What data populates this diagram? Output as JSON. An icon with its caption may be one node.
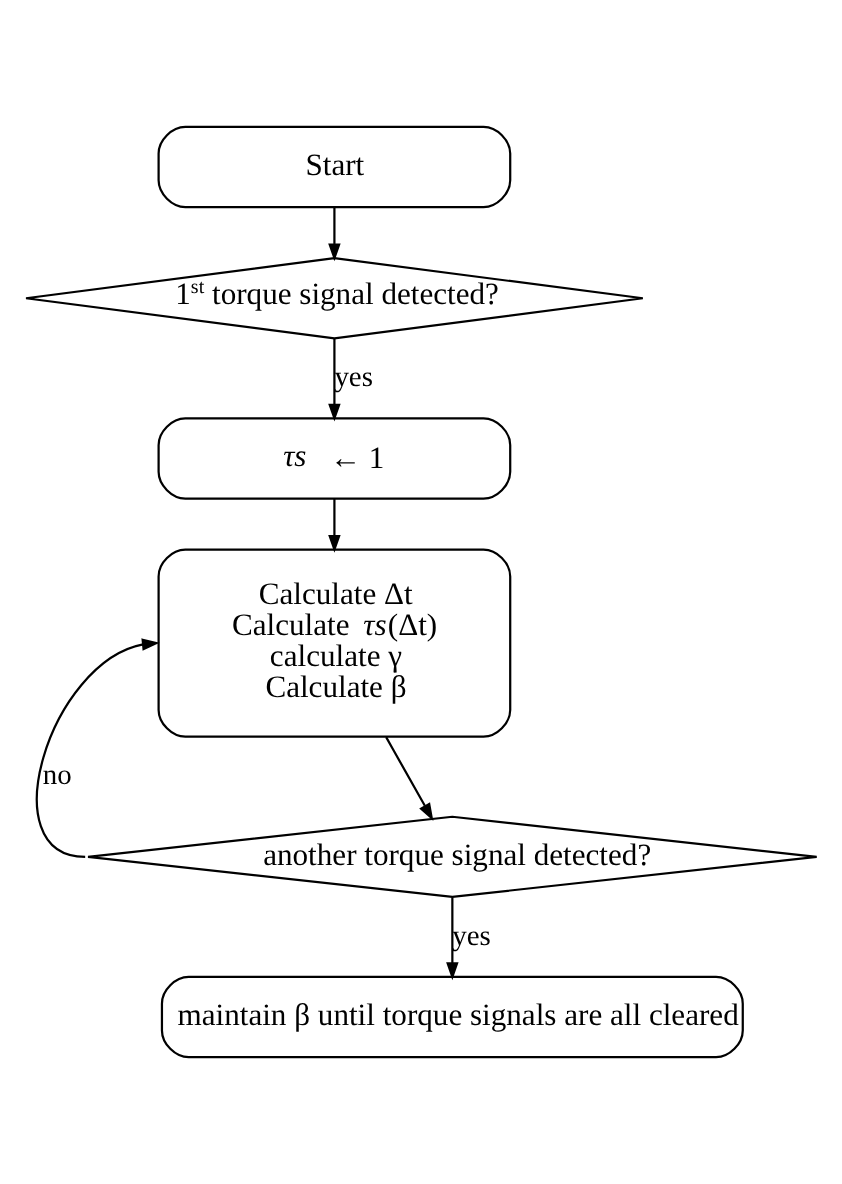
{
  "diagram": {
    "nodes": [
      {
        "text": [
          "Start"
        ]
      },
      {
        "text": [
          "1$^{st}$ torque signal detected?"
        ]
      },
      {
        "text": [
          "*τs* ← 1"
        ]
      },
      {
        "text": [
          "Calculate Δt",
          "Calculate  *τs*(Δt)",
          "calculate γ",
          "Calculate β"
        ]
      },
      {
        "text": [
          "another torque signal detected?"
        ]
      },
      {
        "text": [
          "maintain β until torque signals are all cleared"
        ]
      }
    ],
    "edges": [
      {
        "from": 0,
        "to": 1,
        "arrow": "to"
      },
      {
        "from": 1,
        "to": 2,
        "arrow": "to",
        "label": "yes"
      },
      {
        "from": 2,
        "to": 3,
        "arrow": "to"
      },
      {
        "from": 3,
        "to": 4,
        "arrow": "to"
      },
      {
        "from": 4,
        "to": 5,
        "arrow": "to",
        "label": "yes"
      },
      {
        "from": 4,
        "to": 3,
        "arrow": "to",
        "label": "no"
      }
    ]
  }
}
